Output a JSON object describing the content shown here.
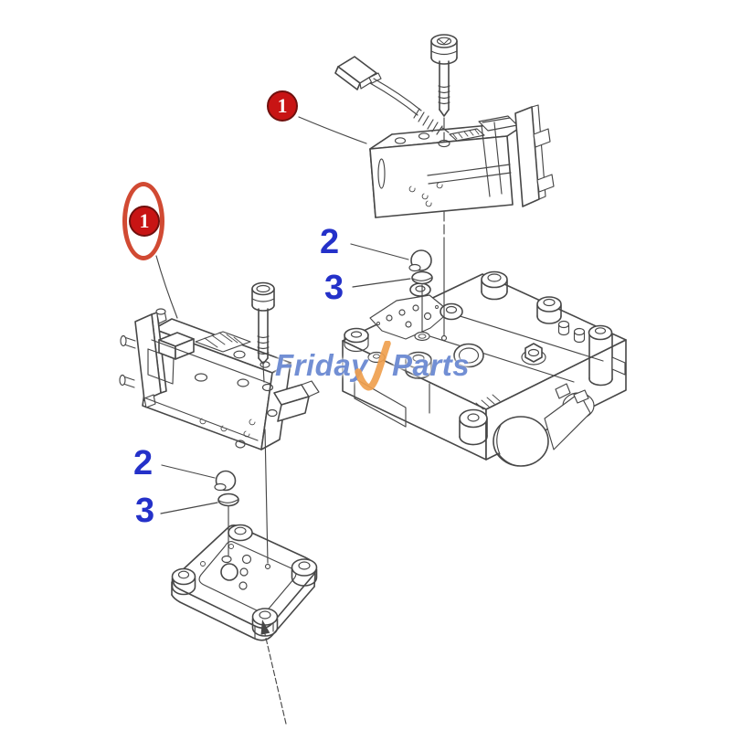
{
  "diagram": {
    "background": "#ffffff",
    "line_color": "#474747"
  },
  "watermark": {
    "word1": "Friday",
    "word2": "Parts",
    "text_color": "#4a6fc8",
    "swoosh_color": "#efa04e"
  },
  "callouts": {
    "red_badge_top": {
      "label": "1",
      "fill": "#c81414",
      "border": "#70100e",
      "text_color": "#ffffff"
    },
    "red_badge_left": {
      "label": "1",
      "fill": "#c81414",
      "border": "#70100e",
      "text_color": "#ffffff",
      "ring_color": "#d14a33"
    },
    "blue_2_right": {
      "label": "2",
      "color": "#2431c9"
    },
    "blue_3_right": {
      "label": "3",
      "color": "#2431c9"
    },
    "blue_2_left": {
      "label": "2",
      "color": "#2431c9"
    },
    "blue_3_left": {
      "label": "3",
      "color": "#2431c9"
    }
  }
}
